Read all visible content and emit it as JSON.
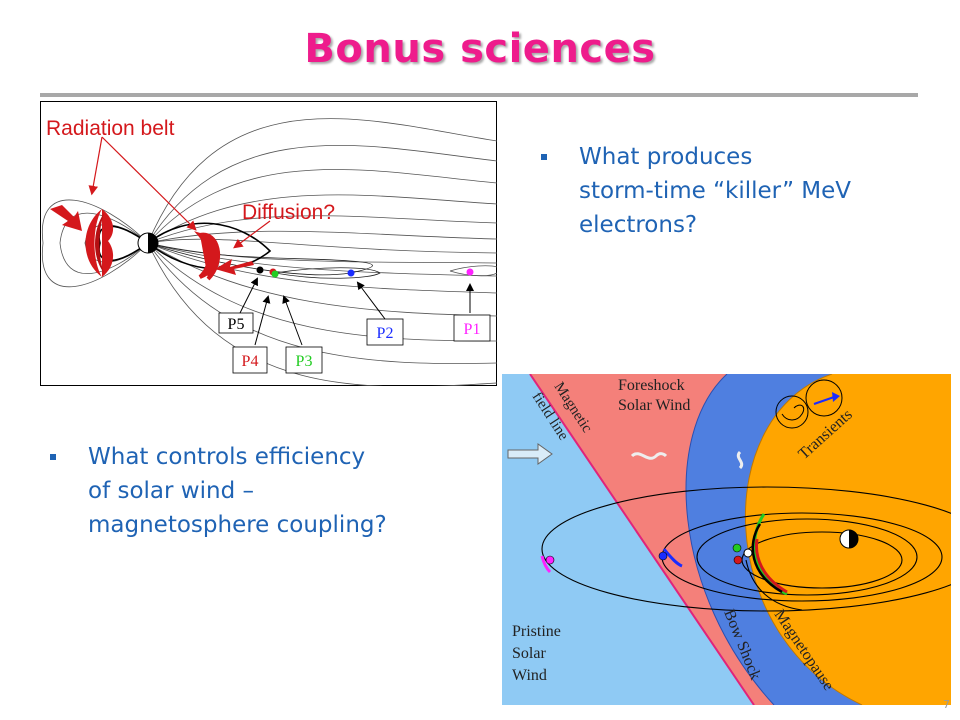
{
  "slide": {
    "title": "Bonus sciences",
    "page_number": "7"
  },
  "bullets": {
    "b1_line1": "What produces",
    "b1_line2": "storm-time “killer” MeV",
    "b1_line3": "electrons?",
    "b2_line1": "What controls efficiency",
    "b2_line2": "of solar wind –",
    "b2_line3": "magnetosphere coupling?"
  },
  "figure_top": {
    "radiation_belt": "Radiation belt",
    "diffusion": "Diffusion?",
    "probes": [
      "P5",
      "P4",
      "P3",
      "P2",
      "P1"
    ]
  },
  "figure_bottom": {
    "foreshock": [
      "Foreshock",
      "Solar Wind"
    ],
    "magnetic_field_line": [
      "Magnetic",
      "field line"
    ],
    "transients": "Transients",
    "pristine": [
      "Pristine",
      "Solar",
      "Wind"
    ],
    "bow_shock": "Bow Shock",
    "magnetopause": "Magnetopause"
  },
  "colors": {
    "title": "#ee1c8c",
    "bullet_text": "#1f63b4",
    "belt_red": "#d4181c",
    "pristine_region": "#8fcaf4",
    "foreshock_region": "#f4807a",
    "sheath_region": "#4f7fe0",
    "magnetosphere_region": "#ffa500"
  }
}
